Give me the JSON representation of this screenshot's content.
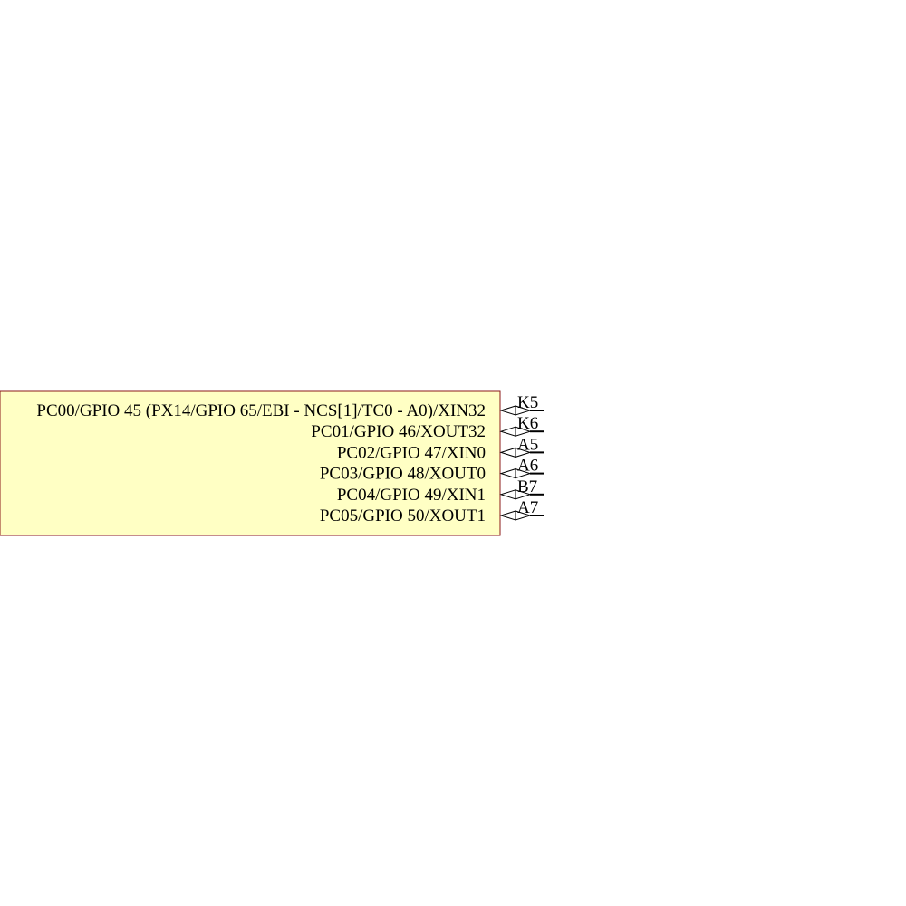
{
  "colors": {
    "body_fill": "#ffffc4",
    "body_stroke": "#8b1a1a",
    "pin_stroke": "#000000",
    "text": "#000000"
  },
  "pins": [
    {
      "label": "PC00/GPIO 45 (PX14/GPIO 65/EBI - NCS[1]/TC0 - A0)/XIN32",
      "number": "K5",
      "symbol": "bidirectional-arrow"
    },
    {
      "label": "PC01/GPIO 46/XOUT32",
      "number": "K6",
      "symbol": "bidirectional-arrow"
    },
    {
      "label": "PC02/GPIO 47/XIN0",
      "number": "A5",
      "symbol": "bidirectional-arrow"
    },
    {
      "label": "PC03/GPIO 48/XOUT0",
      "number": "A6",
      "symbol": "bidirectional-arrow"
    },
    {
      "label": "PC04/GPIO 49/XIN1",
      "number": "B7",
      "symbol": "bidirectional-arrow"
    },
    {
      "label": "PC05/GPIO 50/XOUT1",
      "number": "A7",
      "symbol": "bidirectional-arrow"
    }
  ]
}
